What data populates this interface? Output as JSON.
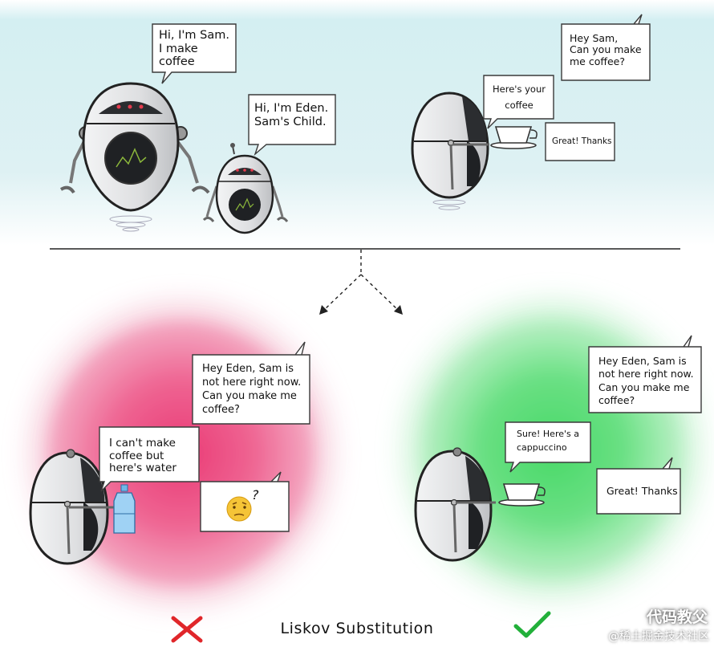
{
  "top": {
    "sam_intro": "Hi, I'm Sam.\nI make\ncoffee",
    "eden_intro": "Hi, I'm Eden.\nSam's Child.",
    "request": "Hey Sam,\nCan you make\nme coffee?",
    "serve": "Here's your\ncoffee",
    "thanks": "Great! Thanks"
  },
  "bottom_left": {
    "request": "Hey Eden, Sam is\nnot here right now.\nCan you make me\ncoffee?",
    "reply": "I can't make\ncoffee but\nhere's water",
    "confused_mark": "?",
    "verdict": "wrong"
  },
  "bottom_right": {
    "request": "Hey Eden, Sam is\nnot here right now.\nCan you make me\ncoffee?",
    "reply": "Sure! Here's a\ncappuccino",
    "thanks": "Great! Thanks",
    "verdict": "correct"
  },
  "caption": "Liskov Substitution",
  "watermark": {
    "title": "代码教父",
    "sub": "@稀土掘金技术社区"
  },
  "colors": {
    "top_bg": "#d8eef0",
    "wrong_blob": "#ea3f7b",
    "correct_blob": "#4cd86a",
    "wrong_mark": "#e0262a",
    "correct_mark": "#22b03a",
    "robot_body": "#e6e7e9",
    "robot_screen": "#1f2124"
  }
}
